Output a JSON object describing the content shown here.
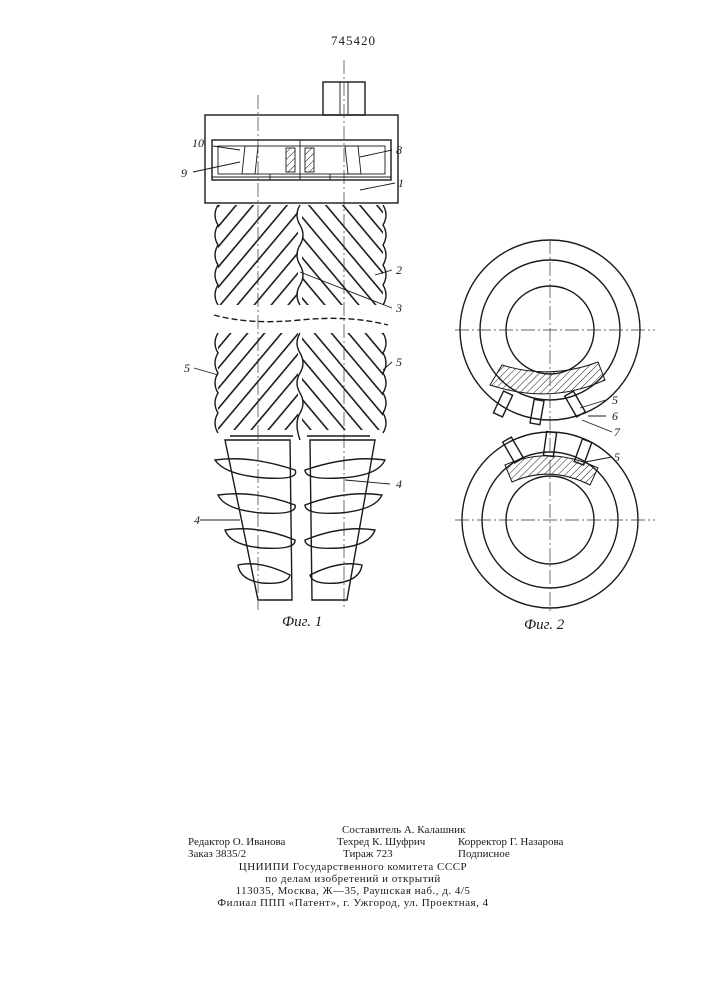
{
  "patent_number": "745420",
  "figures": [
    {
      "caption": "Фиг. 1"
    },
    {
      "caption": "Фиг. 2"
    }
  ],
  "fig1_labels": {
    "l10": "10",
    "l9": "9",
    "l8": "8",
    "l1": "1",
    "l2": "2",
    "l3": "3",
    "l5a": "5",
    "l5b": "5",
    "l4a": "4",
    "l4b": "4"
  },
  "fig2_labels": {
    "l5a": "5",
    "l6": "6",
    "l7": "7",
    "l5b": "5"
  },
  "colophon": {
    "compiler": "Составитель А. Калашник",
    "editor": "Редактор О. Иванова",
    "techred": "Техред К. Шуфрич",
    "corrector": "Корректор Г. Назарова",
    "order": "Заказ 3835/2",
    "circulation": "Тираж 723",
    "subscription": "Подписное",
    "org_line1": "ЦНИИПИ Государственного комитета СССР",
    "org_line2": "по делам изобретений и открытий",
    "org_line3": "113035, Москва, Ж—35, Раушская наб., д. 4/5",
    "org_line4": "Филиал ППП «Патент», г. Ужгород, ул. Проектная, 4"
  }
}
